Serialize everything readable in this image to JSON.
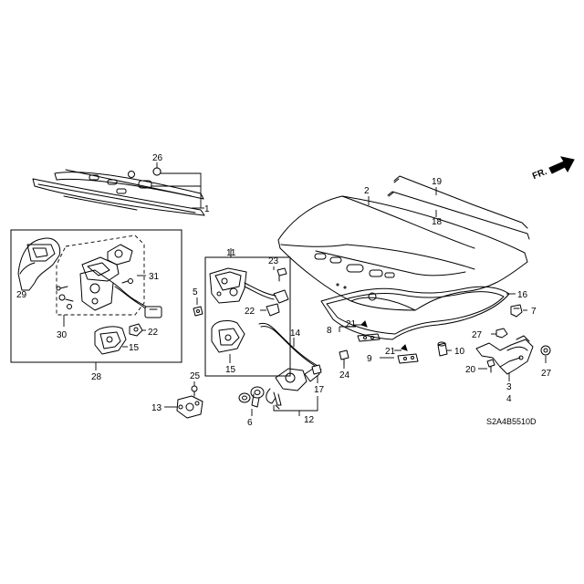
{
  "diagram": {
    "code": "S2A4B5510D",
    "direction_label": "FR.",
    "callouts": {
      "c1": "1",
      "c2": "2",
      "c3": "3",
      "c4": "4",
      "c5": "5",
      "c6": "6",
      "c7": "7",
      "c8": "8",
      "c9": "9",
      "c10": "10",
      "c11": "11",
      "c12": "12",
      "c13": "13",
      "c14": "14",
      "c15a": "15",
      "c15b": "15",
      "c16": "16",
      "c17": "17",
      "c18": "18",
      "c19": "19",
      "c20": "20",
      "c21a": "21",
      "c21b": "21",
      "c22a": "22",
      "c22b": "22",
      "c23": "23",
      "c24": "24",
      "c25": "25",
      "c26": "26",
      "c27a": "27",
      "c27b": "27",
      "c28": "28",
      "c29": "29",
      "c30": "30",
      "c31": "31"
    }
  }
}
